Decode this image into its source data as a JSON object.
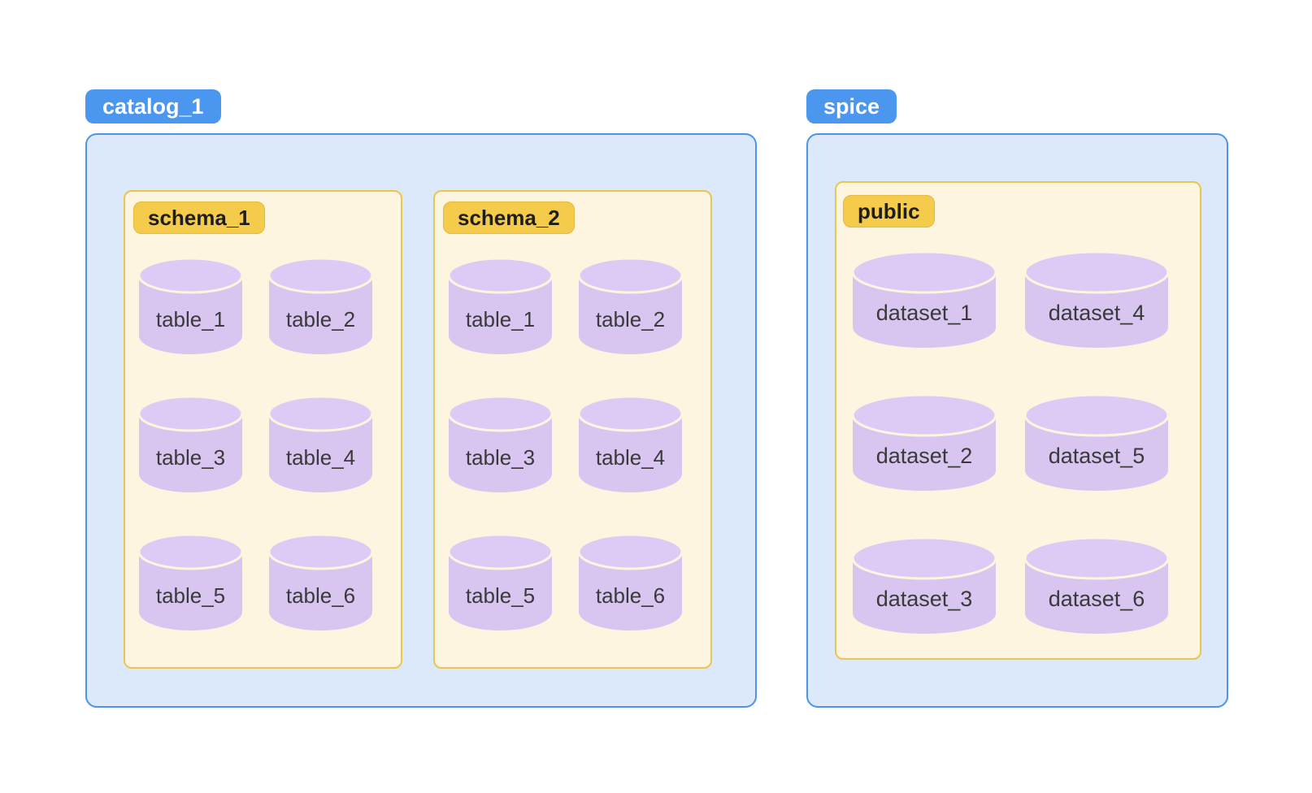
{
  "palette": {
    "page_background": "#FFFFFF",
    "blue_badge": "#4B96EE",
    "blue_container_fill": "#DBE9FB",
    "blue_container_border": "#4D94E9",
    "cream_box_fill": "#FDF5DF",
    "cream_box_border": "#E9C64F",
    "yellow_badge": "#F4CB4B",
    "cylinder_fill": "#D8C6F1",
    "cylinder_cap_fill": "#DCCBF4",
    "cylinder_label_text": "#3A3A3A",
    "badge_text_dark": "#1E1E1E",
    "badge_text_light": "#FFFFFF"
  },
  "groups": [
    {
      "badge": "catalog_1",
      "containers": [
        {
          "badge": "schema_1",
          "items": [
            "table_1",
            "table_2",
            "table_3",
            "table_4",
            "table_5",
            "table_6"
          ]
        },
        {
          "badge": "schema_2",
          "items": [
            "table_1",
            "table_2",
            "table_3",
            "table_4",
            "table_5",
            "table_6"
          ]
        }
      ]
    },
    {
      "badge": "spice",
      "containers": [
        {
          "badge": "public",
          "items": [
            "dataset_1",
            "dataset_4",
            "dataset_2",
            "dataset_5",
            "dataset_3",
            "dataset_6"
          ]
        }
      ]
    }
  ]
}
